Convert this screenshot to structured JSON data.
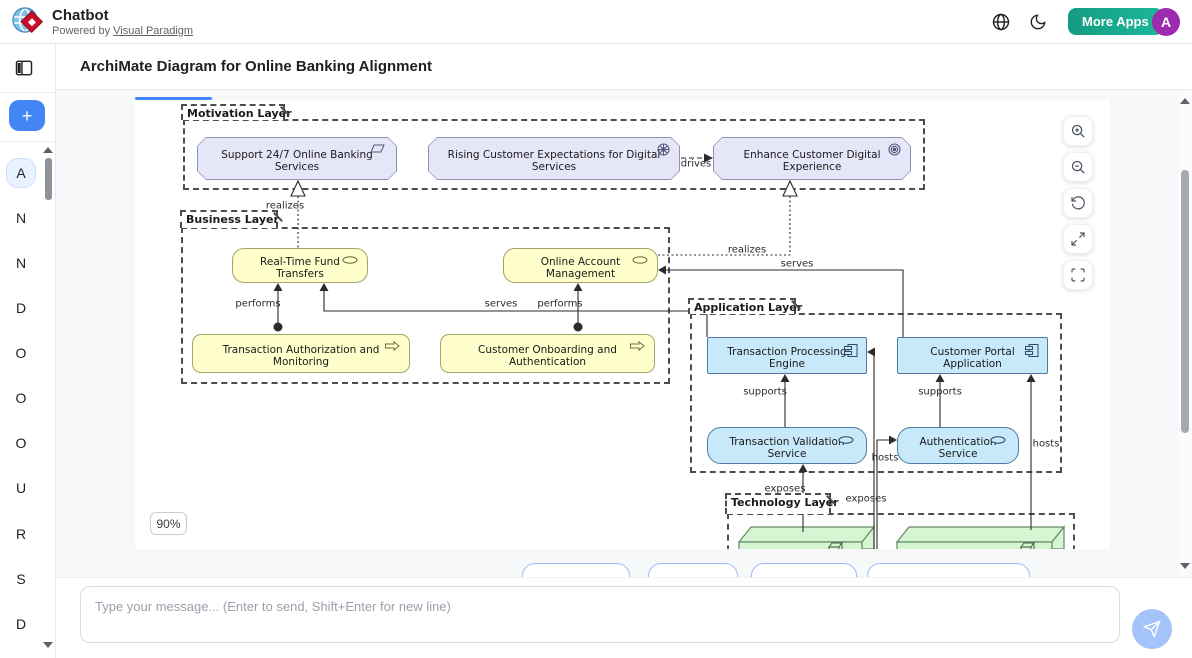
{
  "header": {
    "app_name": "Chatbot",
    "powered_by": "Powered by",
    "powered_link": "Visual Paradigm",
    "more_apps_label": "More Apps",
    "avatar_letter": "A",
    "accent_teal": "#18b094",
    "avatar_purple": "#9c2bb0"
  },
  "sidebar": {
    "add_label": "+",
    "items": [
      {
        "letter": "A",
        "active": true
      },
      {
        "letter": "N"
      },
      {
        "letter": "N"
      },
      {
        "letter": "D"
      },
      {
        "letter": "O"
      },
      {
        "letter": "O"
      },
      {
        "letter": "O"
      },
      {
        "letter": "U"
      },
      {
        "letter": "R"
      },
      {
        "letter": "S"
      },
      {
        "letter": "D"
      }
    ]
  },
  "main": {
    "title": "ArchiMate Diagram for Online Banking Alignment",
    "zoom_level": "90%"
  },
  "diagram": {
    "layers": {
      "motivation": {
        "label": "Motivation Layer"
      },
      "business": {
        "label": "Business Layer"
      },
      "application": {
        "label": "Application Layer"
      },
      "technology": {
        "label": "Technology Layer"
      }
    },
    "nodes": {
      "support24": "Support 24/7 Online Banking Services",
      "rising_expectations": "Rising Customer Expectations for Digital Services",
      "enhance_experience": "Enhance Customer Digital Experience",
      "fund_transfers": "Real-Time Fund Transfers",
      "account_mgmt": "Online Account Management",
      "tx_auth": "Transaction Authorization and Monitoring",
      "onboarding": "Customer Onboarding and Authentication",
      "tx_engine": "Transaction Processing Engine",
      "portal": "Customer Portal Application",
      "tx_validation": "Transaction Validation Service",
      "auth_service": "Authentication Service"
    },
    "relations": {
      "realizes": "realizes",
      "serves": "serves",
      "performs": "performs",
      "drives": "drives",
      "supports": "supports",
      "hosts": "hosts",
      "exposes": "exposes"
    }
  },
  "chat": {
    "placeholder": "Type your message... (Enter to send, Shift+Enter for new line)"
  }
}
